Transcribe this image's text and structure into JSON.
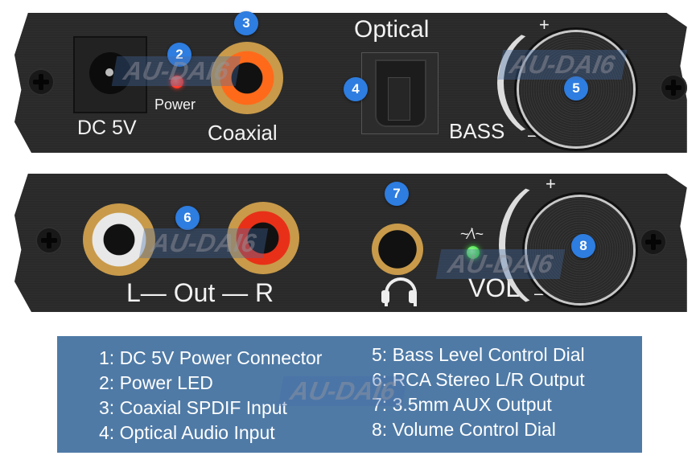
{
  "top_panel": {
    "dc_label": "DC 5V",
    "power_label": "Power",
    "coaxial_label": "Coaxial",
    "optical_label": "Optical",
    "bass_label": "BASS",
    "plus": "+",
    "minus": "–",
    "badges": [
      "2",
      "3",
      "4",
      "5"
    ]
  },
  "bottom_panel": {
    "out_label": "L— Out — R",
    "vol_label": "VOL",
    "plus": "+",
    "minus": "–",
    "wave_symbol": "~⁄\\~",
    "badges": [
      "6",
      "7",
      "8"
    ]
  },
  "watermark": "AU-DAI6",
  "legend": {
    "left": [
      "1: DC 5V Power Connector",
      "2: Power LED",
      "3: Coaxial SPDIF Input",
      "4: Optical Audio Input"
    ],
    "right": [
      "5: Bass Level Control Dial",
      "6: RCA Stereo L/R Output",
      "7: 3.5mm AUX Output",
      "8: Volume Control Dial"
    ]
  },
  "colors": {
    "legend_bg": "#4f7aa6",
    "badge": "#2e7de0",
    "power_led": "#ff2a1a",
    "signal_led": "#44dd44"
  }
}
